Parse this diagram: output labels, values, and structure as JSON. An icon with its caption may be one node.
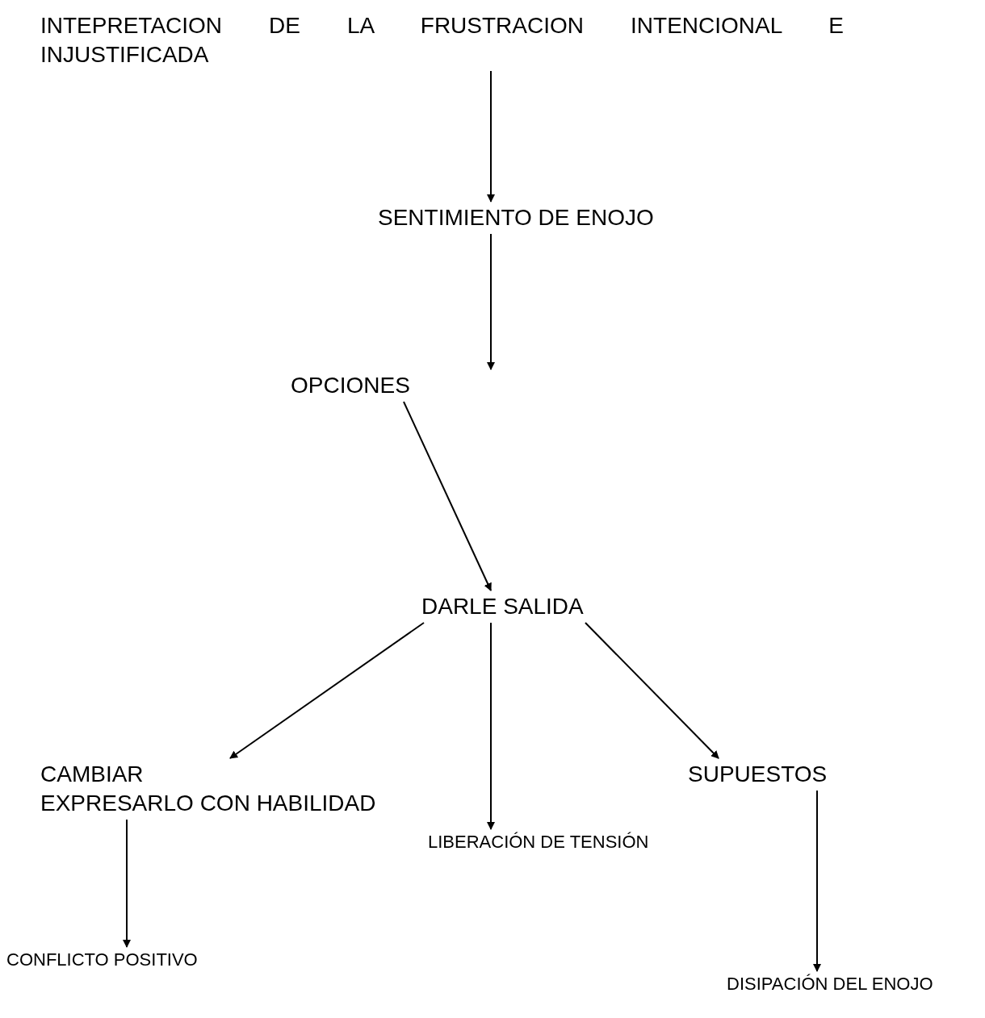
{
  "diagram": {
    "nodes": [
      {
        "text": [
          "INTEPRETACION DE LA FRUSTRACION INTENCIONAL E INJUSTIFICADA"
        ]
      },
      {
        "text": [
          "SENTIMIENTO DE ENOJO"
        ]
      },
      {
        "text": [
          "OPCIONES"
        ]
      },
      {
        "text": [
          "DARLE SALIDA"
        ]
      },
      {
        "text": [
          "CAMBIAR",
          "EXPRESARLO CON HABILIDAD"
        ]
      },
      {
        "text": [
          "LIBERACIÓN DE TENSIÓN"
        ]
      },
      {
        "text": [
          "SUPUESTOS"
        ]
      },
      {
        "text": [
          "CONFLICTO POSITIVO"
        ]
      },
      {
        "text": [
          "DISIPACIÓN DEL ENOJO"
        ]
      }
    ],
    "edges": [
      {
        "from": 0,
        "to": 1,
        "arrow": "to"
      },
      {
        "from": 1,
        "to": 2,
        "arrow": "to"
      },
      {
        "from": 2,
        "to": 3,
        "arrow": "to"
      },
      {
        "from": 3,
        "to": 4,
        "arrow": "to"
      },
      {
        "from": 3,
        "to": 5,
        "arrow": "to"
      },
      {
        "from": 3,
        "to": 6,
        "arrow": "to"
      },
      {
        "from": 4,
        "to": 7,
        "arrow": "to"
      },
      {
        "from": 6,
        "to": 8,
        "arrow": "to"
      }
    ]
  }
}
